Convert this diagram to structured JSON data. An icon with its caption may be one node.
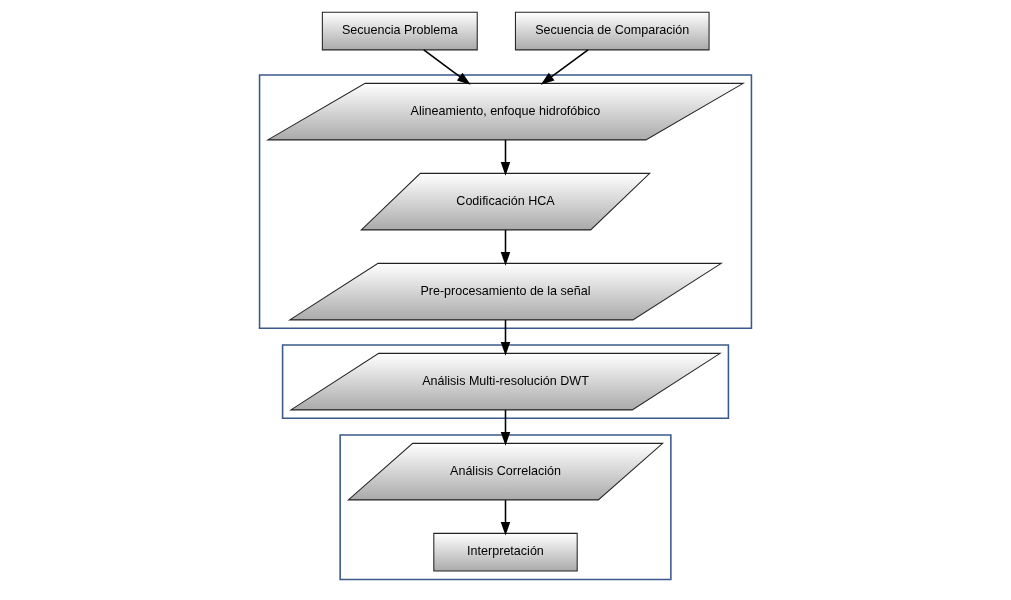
{
  "diagram": {
    "nodes": [
      {
        "text": [],
        "shape": "box"
      },
      {
        "text": [
          "Secuencia Problema"
        ]
      },
      {
        "text": [
          "Secuencia de Comparación"
        ]
      },
      {
        "text": [
          "Alineamiento, enfoque hidrofóbico"
        ],
        "in": 0
      },
      {
        "text": [
          "Codificación HCA"
        ],
        "in": 0
      },
      {
        "text": [
          "Pre-procesamiento de la señal"
        ],
        "in": 0
      },
      {
        "text": [],
        "shape": "box"
      },
      {
        "text": [
          "Análisis Multi-resolución DWT"
        ],
        "in": 6
      },
      {
        "text": [],
        "shape": "box"
      },
      {
        "text": [
          "Análisis Correlación"
        ],
        "in": 8
      },
      {
        "text": [
          "Interpretación"
        ],
        "in": 8
      }
    ],
    "edges": [
      {
        "from": 1,
        "to": 3,
        "arrow": "to"
      },
      {
        "from": 2,
        "to": 3,
        "arrow": "to"
      },
      {
        "from": 3,
        "to": 4,
        "arrow": "to"
      },
      {
        "from": 4,
        "to": 5,
        "arrow": "to"
      },
      {
        "from": 5,
        "to": 7,
        "arrow": "to"
      },
      {
        "from": 7,
        "to": 9,
        "arrow": "to"
      },
      {
        "from": 9,
        "to": 10,
        "arrow": "to"
      }
    ]
  }
}
